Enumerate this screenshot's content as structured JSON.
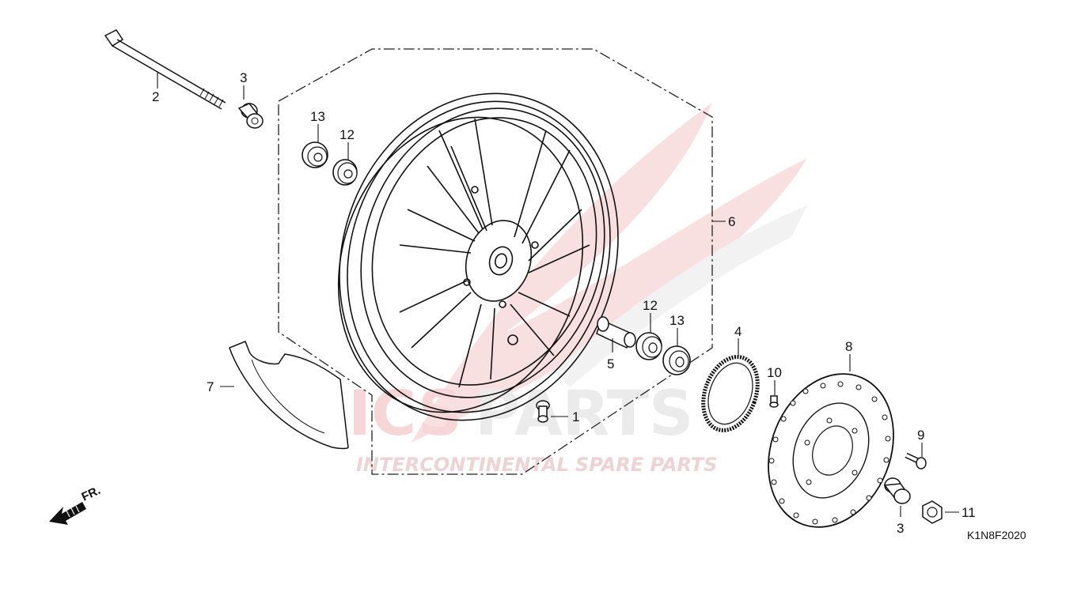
{
  "diagram": {
    "drawing_code": "K1N8F2020",
    "direction_label": "FR.",
    "part_labels": {
      "p1": "1",
      "p2": "2",
      "p3a": "3",
      "p3b": "3",
      "p4": "4",
      "p5": "5",
      "p6": "6",
      "p7": "7",
      "p8": "8",
      "p9": "9",
      "p10": "10",
      "p11": "11",
      "p12a": "12",
      "p12b": "12",
      "p13a": "13",
      "p13b": "13"
    }
  },
  "watermark": {
    "brand": "ICSPARTS",
    "tagline": "INTERCONTINENTAL SPARE PARTS",
    "colors": {
      "red": "#e8a0a0",
      "grey": "#c8c8c8"
    }
  }
}
